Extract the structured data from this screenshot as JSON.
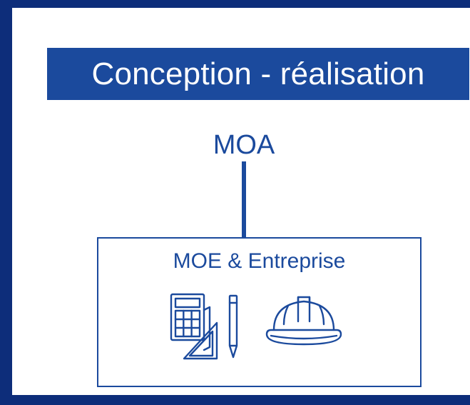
{
  "title": "Conception - réalisation",
  "top_node": {
    "label": "MOA"
  },
  "child_node": {
    "label": "MOE & Entreprise",
    "icons": [
      "calculator-plans-pencil-icon",
      "hard-hat-icon"
    ]
  },
  "colors": {
    "frame": "#0d2d7a",
    "accent": "#1b4a9d",
    "background": "#ffffff"
  }
}
